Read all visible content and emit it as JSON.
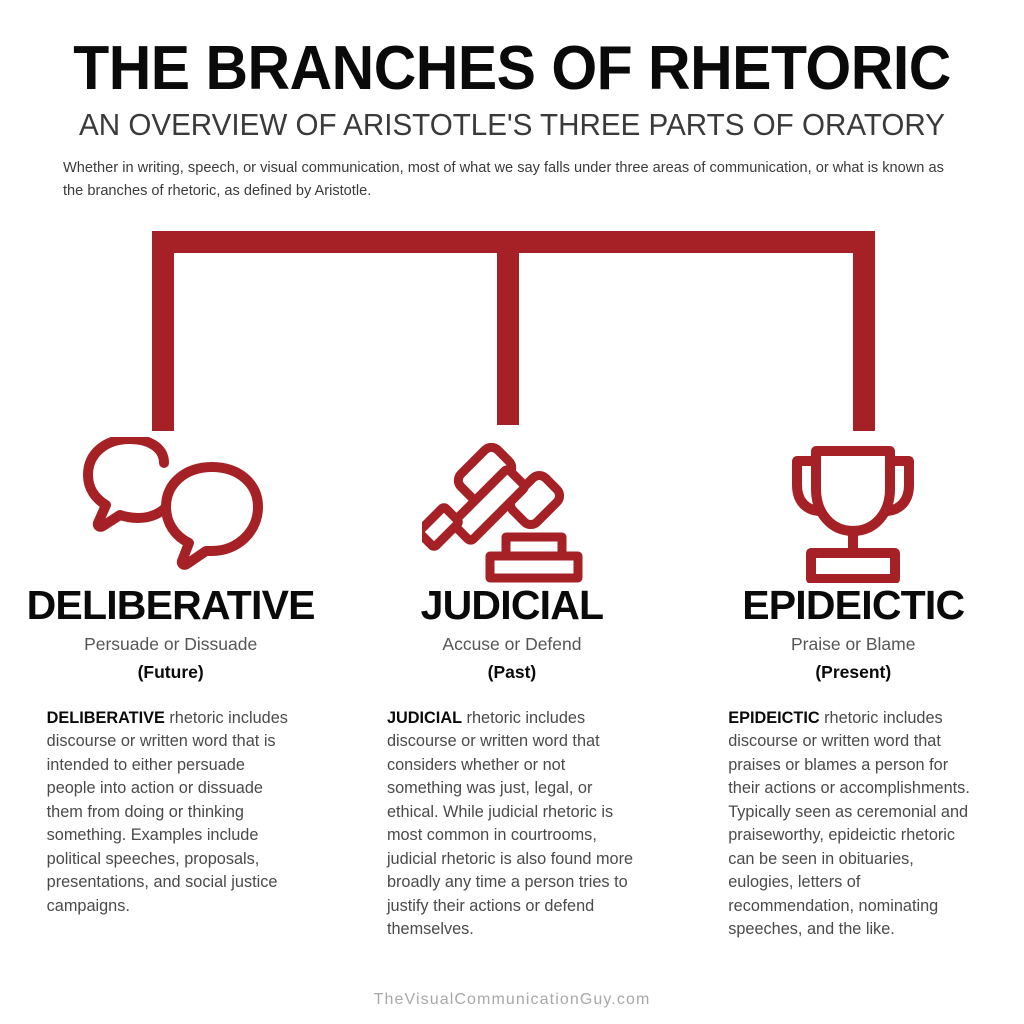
{
  "header": {
    "title": "THE BRANCHES OF RHETORIC",
    "subtitle": "AN OVERVIEW OF ARISTOTLE'S THREE PARTS OF ORATORY",
    "intro": "Whether in writing, speech, or visual communication, most of what we say falls under three areas of communication, or what is known as the branches of rhetoric, as defined by Aristotle."
  },
  "accent_color": "#A52126",
  "branches": [
    {
      "icon": "speech-bubbles-icon",
      "name": "DELIBERATIVE",
      "tagline": "Persuade or Dissuade",
      "timeframe": "(Future)",
      "body_lead": "DELIBERATIVE",
      "body_rest": " rhetoric includes discourse or written word that is intended to either persuade people into action or dissuade them from doing or thinking something. Examples include political speeches, proposals, presentations, and social justice campaigns."
    },
    {
      "icon": "gavel-icon",
      "name": "JUDICIAL",
      "tagline": "Accuse or Defend",
      "timeframe": "(Past)",
      "body_lead": "JUDICIAL",
      "body_rest": " rhetoric includes discourse or written word that considers whether or not something was just, legal, or ethical. While judicial rhetoric is most common in courtrooms, judicial rhetoric is also found more broadly any time a person tries to justify their actions or defend themselves."
    },
    {
      "icon": "trophy-icon",
      "name": "EPIDEICTIC",
      "tagline": "Praise or Blame",
      "timeframe": "(Present)",
      "body_lead": "EPIDEICTIC",
      "body_rest": " rhetoric includes discourse or written word that praises or blames a person for their actions or accomplishments. Typically seen as ceremonial and praiseworthy, epideictic rhetoric can be seen in obituaries, eulogies, letters of recommendation, nominating speeches, and the like."
    }
  ],
  "footer": {
    "credit": "TheVisualCommunicationGuy.com"
  }
}
